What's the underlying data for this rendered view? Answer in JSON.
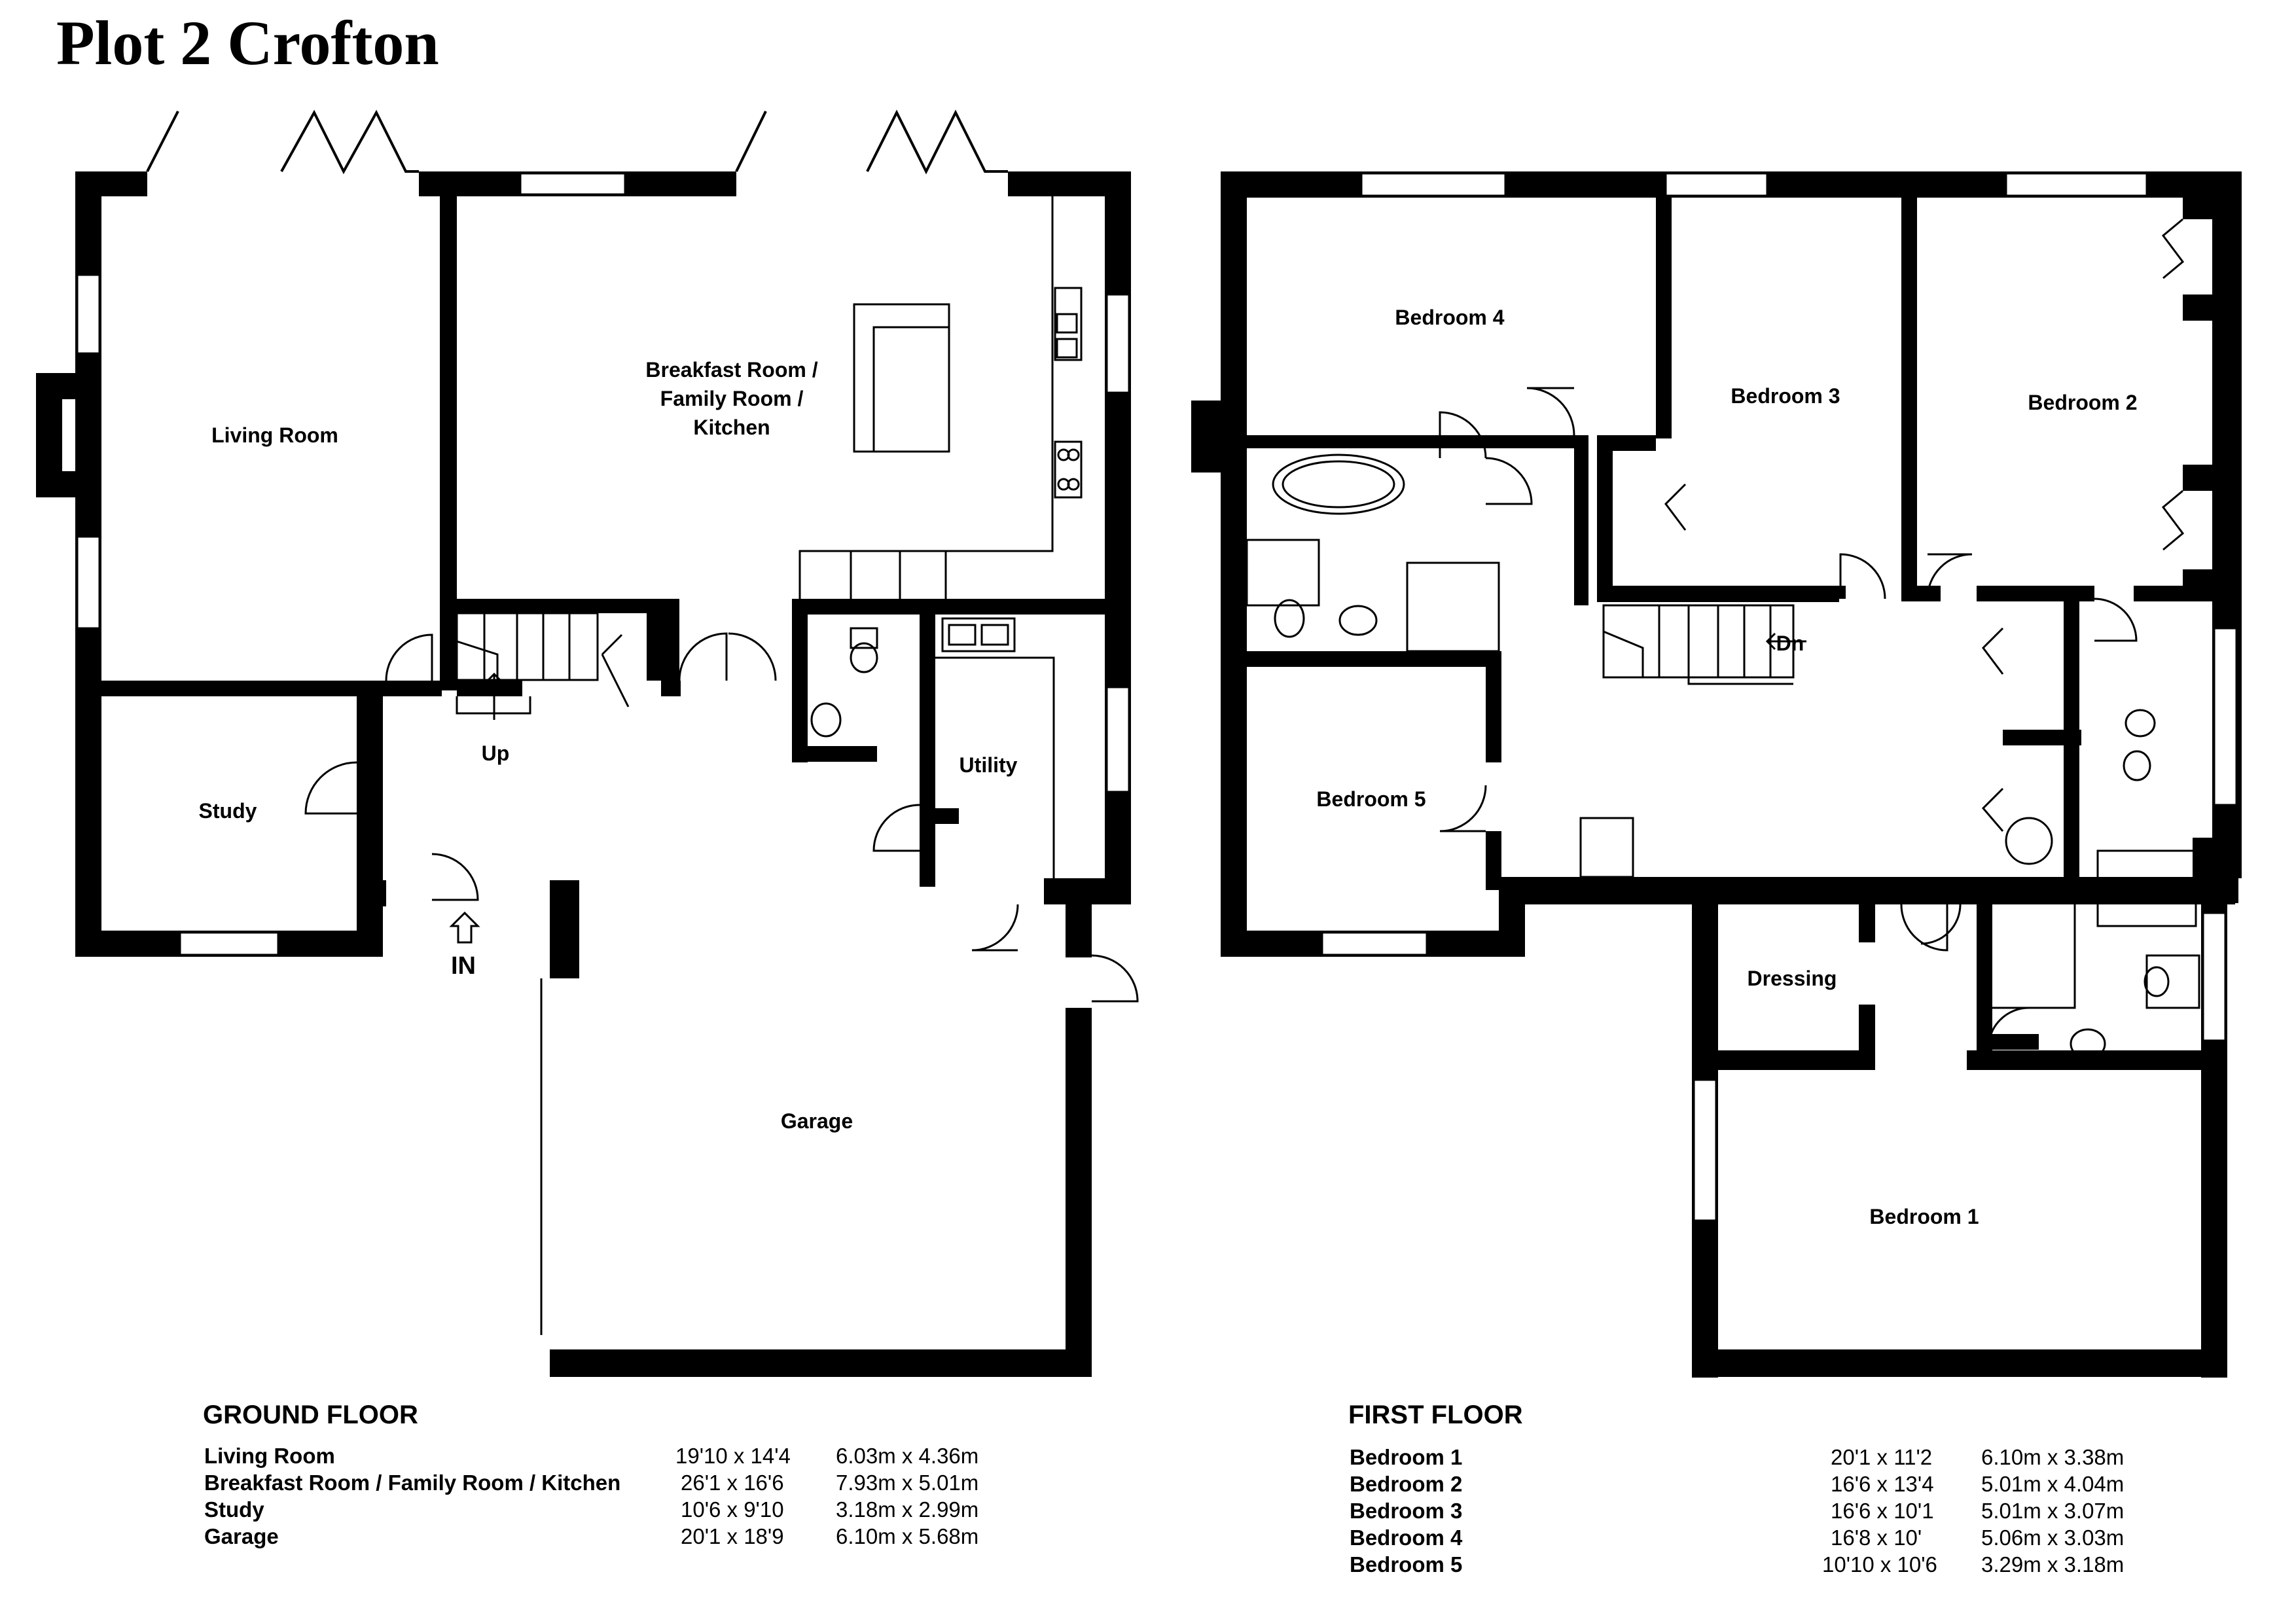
{
  "title": "Plot 2 Crofton",
  "ground_floor": {
    "heading": "GROUND FLOOR",
    "labels": {
      "living": "Living Room",
      "kitchen": [
        "Breakfast Room /",
        "Family Room /",
        "Kitchen"
      ],
      "study": "Study",
      "utility": "Utility",
      "garage": "Garage",
      "up": "Up",
      "entrance": "IN"
    },
    "schedule": [
      {
        "room": "Living Room",
        "imperial": "19'10 x 14'4",
        "metric": "6.03m x 4.36m"
      },
      {
        "room": "Breakfast Room / Family Room / Kitchen",
        "imperial": "26'1 x 16'6",
        "metric": "7.93m x 5.01m"
      },
      {
        "room": "Study",
        "imperial": "10'6 x 9'10",
        "metric": "3.18m x 2.99m"
      },
      {
        "room": "Garage",
        "imperial": "20'1 x 18'9",
        "metric": "6.10m x 5.68m"
      }
    ]
  },
  "first_floor": {
    "heading": "FIRST FLOOR",
    "labels": {
      "bedroom1": "Bedroom 1",
      "bedroom2": "Bedroom 2",
      "bedroom3": "Bedroom 3",
      "bedroom4": "Bedroom 4",
      "bedroom5": "Bedroom 5",
      "dressing": "Dressing",
      "down": "Dn"
    },
    "schedule": [
      {
        "room": "Bedroom 1",
        "imperial": "20'1 x 11'2",
        "metric": "6.10m x 3.38m"
      },
      {
        "room": "Bedroom 2",
        "imperial": "16'6 x 13'4",
        "metric": "5.01m x 4.04m"
      },
      {
        "room": "Bedroom 3",
        "imperial": "16'6 x 10'1",
        "metric": "5.01m x 3.07m"
      },
      {
        "room": "Bedroom 4",
        "imperial": "16'8 x 10'",
        "metric": "5.06m x 3.03m"
      },
      {
        "room": "Bedroom 5",
        "imperial": "10'10 x 10'6",
        "metric": "3.29m x 3.18m"
      }
    ]
  }
}
